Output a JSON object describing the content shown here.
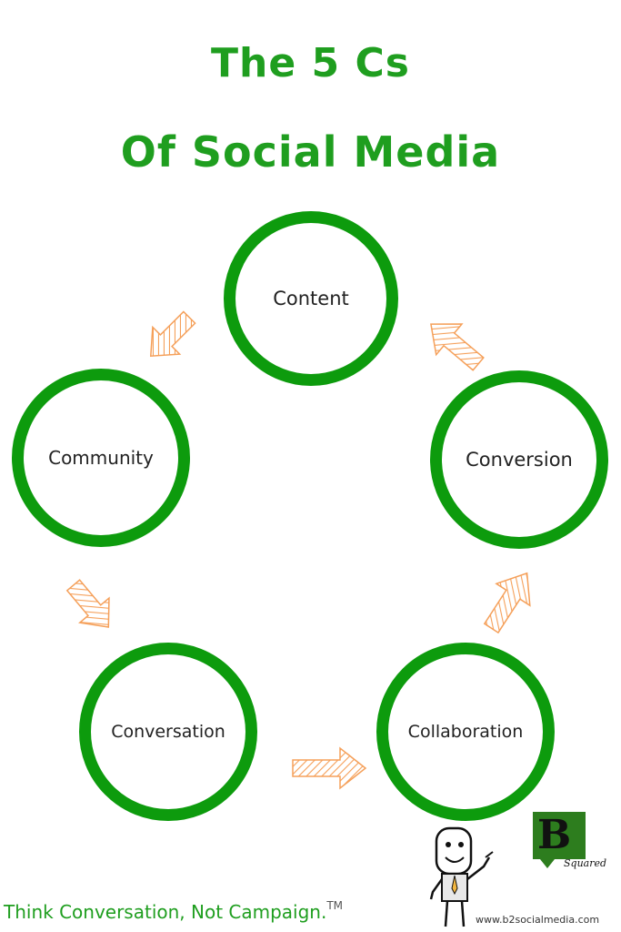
{
  "title": {
    "line1": "The 5 Cs",
    "line2": "Of Social Media"
  },
  "cycle": [
    {
      "label": "Content"
    },
    {
      "label": "Conversion"
    },
    {
      "label": "Collaboration"
    },
    {
      "label": "Conversation"
    },
    {
      "label": "Community"
    }
  ],
  "footer": {
    "tagline": "Think Conversation, Not Campaign.",
    "trademark": "TM",
    "url": "www.b2socialmedia.com"
  },
  "logo": {
    "letter": "B",
    "subtitle": "Squared"
  },
  "colors": {
    "title_green": "#1f9e1f",
    "circle_green": "#0d9b0d",
    "arrow_orange": "#f5a05a"
  }
}
